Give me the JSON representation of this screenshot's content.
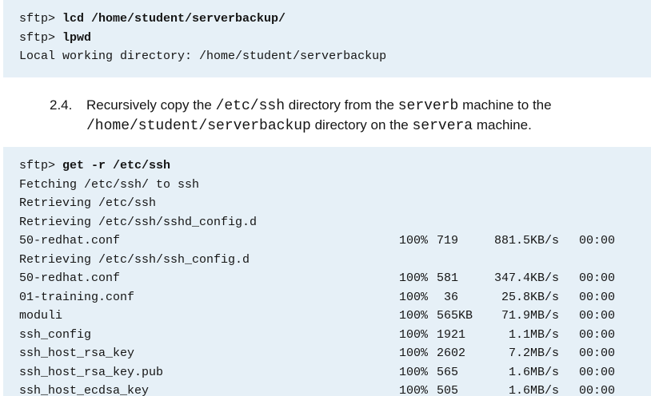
{
  "block1": {
    "lines": [
      {
        "prompt": "sftp> ",
        "cmd": "lcd /home/student/serverbackup/"
      },
      {
        "prompt": "sftp> ",
        "cmd": "lpwd"
      },
      {
        "text": "Local working directory: /home/student/serverbackup"
      }
    ]
  },
  "step": {
    "number": "2.4.",
    "t1": "Recursively copy the ",
    "c1": "/etc/ssh",
    "t2": " directory from the ",
    "c2": "serverb",
    "t3": " machine to the ",
    "c3": "/home/student/serverbackup",
    "t4": " directory on the ",
    "c4": "servera",
    "t5": " machine."
  },
  "block2": {
    "prompt": "sftp> ",
    "cmd": "get -r /etc/ssh",
    "messages": [
      "Fetching /etc/ssh/ to ssh",
      "Retrieving /etc/ssh",
      "Retrieving /etc/ssh/sshd_config.d"
    ],
    "file_row_1": {
      "name": "50-redhat.conf",
      "pct": "100%",
      "size": "719",
      "rate": "881.5KB/s",
      "time": "00:00"
    },
    "message_2": "Retrieving /etc/ssh/ssh_config.d",
    "files": [
      {
        "name": "50-redhat.conf",
        "pct": "100%",
        "size": "581",
        "rate": "347.4KB/s",
        "time": "00:00"
      },
      {
        "name": "01-training.conf",
        "pct": "100%",
        "size": " 36",
        "rate": "25.8KB/s",
        "time": "00:00"
      },
      {
        "name": "moduli",
        "pct": "100%",
        "size": "565KB",
        "rate": "71.9MB/s",
        "time": "00:00"
      },
      {
        "name": "ssh_config",
        "pct": "100%",
        "size": "1921",
        "rate": "1.1MB/s",
        "time": "00:00"
      },
      {
        "name": "ssh_host_rsa_key",
        "pct": "100%",
        "size": "2602",
        "rate": "7.2MB/s",
        "time": "00:00"
      },
      {
        "name": "ssh_host_rsa_key.pub",
        "pct": "100%",
        "size": "565",
        "rate": "1.6MB/s",
        "time": "00:00"
      },
      {
        "name": "ssh_host_ecdsa_key",
        "pct": "100%",
        "size": "505",
        "rate": "1.6MB/s",
        "time": "00:00"
      }
    ]
  }
}
